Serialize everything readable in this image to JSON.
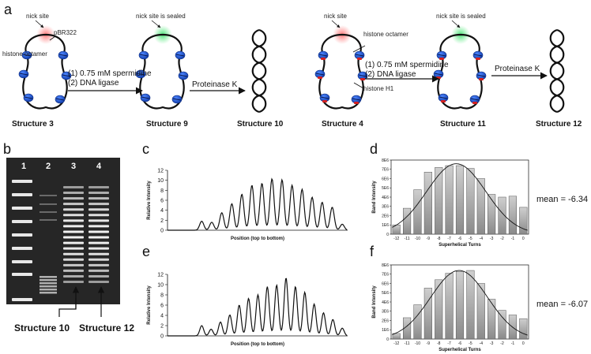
{
  "panel_labels": {
    "a": "a",
    "b": "b",
    "c": "c",
    "d": "d",
    "e": "e",
    "f": "f"
  },
  "schematic": {
    "nick_site": "nick site",
    "nick_sealed": "nick site is sealed",
    "plasmid": "pBR322",
    "histone_octamer": "histone octamer",
    "histone_h1": "histone H1",
    "step1": "(1) 0.75 mM spermidine",
    "step2": "(2) DNA ligase",
    "proteinase": "Proteinase K",
    "structures": [
      "Structure 3",
      "Structure 9",
      "Structure 10",
      "Structure 4",
      "Structure 11",
      "Structure 12"
    ],
    "colors": {
      "nucleosome": "#1f56c8",
      "h1": "#d42020",
      "nick": "#ff8080",
      "sealed": "#55e080"
    }
  },
  "gel": {
    "lanes": [
      "1",
      "2",
      "3",
      "4"
    ],
    "captions": [
      "Structure 10",
      "Structure 12"
    ]
  },
  "chart_data": [
    {
      "panel": "c",
      "type": "line",
      "xlabel": "Position (top to bottom)",
      "ylabel": "Relative Intensity",
      "ylim": [
        0,
        12
      ],
      "yticks": [
        0,
        2,
        4,
        6,
        8,
        10,
        12
      ],
      "peaks": [
        1.8,
        1.6,
        3.5,
        5.3,
        7.2,
        9.0,
        9.4,
        10.3,
        10.1,
        9.0,
        8.2,
        6.6,
        5.6,
        4.6,
        1.2
      ]
    },
    {
      "panel": "e",
      "type": "line",
      "xlabel": "Position (top to bottom)",
      "ylabel": "Relative Intensity",
      "ylim": [
        0,
        12
      ],
      "yticks": [
        0,
        2,
        4,
        6,
        8,
        10,
        12
      ],
      "peaks": [
        2.0,
        1.3,
        2.7,
        4.1,
        6.0,
        7.3,
        8.0,
        9.6,
        9.9,
        11.3,
        9.6,
        8.5,
        6.2,
        4.5,
        3.2,
        1.5
      ]
    },
    {
      "panel": "d",
      "type": "bar",
      "xlabel": "Superhelical Turns",
      "ylabel": "Band Intensity",
      "categories": [
        "-12",
        "-11",
        "-10",
        "-9",
        "-8",
        "-7",
        "-6",
        "-5",
        "-4",
        "-3",
        "-2",
        "-1",
        "0"
      ],
      "values": [
        1.0,
        2.8,
        4.8,
        6.7,
        7.2,
        7.4,
        7.4,
        7.1,
        6.0,
        4.3,
        4.0,
        4.1,
        2.9
      ],
      "ylim": [
        0,
        8
      ],
      "yticks": [
        "0",
        "1E6",
        "2E6",
        "3E6",
        "4E6",
        "5E6",
        "6E6",
        "7E6",
        "8E6"
      ],
      "mean_label": "mean = -6.34",
      "fit_mean": -6.34,
      "fit_sd": 2.8,
      "fit_amp": 7.6
    },
    {
      "panel": "f",
      "type": "bar",
      "xlabel": "Superhelical Turns",
      "ylabel": "Band Intensity",
      "categories": [
        "-12",
        "-11",
        "-10",
        "-9",
        "-8",
        "-7",
        "-6",
        "-5",
        "-4",
        "-3",
        "-2",
        "-1",
        "0"
      ],
      "values": [
        0.6,
        2.3,
        3.7,
        5.5,
        6.4,
        7.1,
        7.3,
        7.4,
        6.0,
        4.3,
        3.1,
        2.6,
        2.2
      ],
      "ylim": [
        0,
        8
      ],
      "yticks": [
        "0",
        "1E6",
        "2E6",
        "3E6",
        "4E6",
        "5E6",
        "6E6",
        "7E6",
        "8E6"
      ],
      "mean_label": "mean = -6.07",
      "fit_mean": -6.07,
      "fit_sd": 2.7,
      "fit_amp": 7.4
    }
  ]
}
